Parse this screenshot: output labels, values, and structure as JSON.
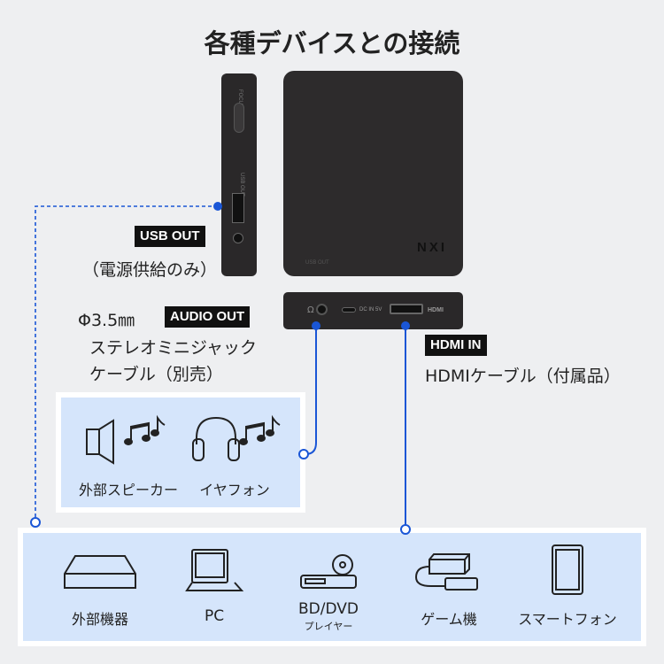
{
  "title": "各種デバイスとの接続",
  "device": {
    "side_labels": [
      "FOCUS",
      "USB OUT"
    ],
    "brand": "NXI",
    "top_ports": "USB OUT",
    "front_dc": "DC IN 5V",
    "front_hdmi": "HDMI"
  },
  "usb_out": {
    "badge": "USB OUT",
    "note": "（電源供給のみ）"
  },
  "audio_out": {
    "prefix": "Φ3.5㎜",
    "badge": "AUDIO OUT",
    "line1": "ステレオミニジャック",
    "line2": "ケーブル（別売）"
  },
  "hdmi_in": {
    "badge": "HDMI IN",
    "note": "HDMIケーブル（付属品）"
  },
  "audio_devices": [
    {
      "label": "外部スピーカー",
      "icon": "speaker-icon"
    },
    {
      "label": "イヤフォン",
      "icon": "headphones-icon"
    }
  ],
  "hdmi_devices": [
    {
      "label": "外部機器",
      "icon": "external-device-icon"
    },
    {
      "label": "PC",
      "icon": "laptop-icon"
    },
    {
      "label": "BD/DVD",
      "sub": "プレイヤー",
      "icon": "disc-player-icon"
    },
    {
      "label": "ゲーム機",
      "icon": "game-console-icon"
    },
    {
      "label": "スマートフォン",
      "icon": "smartphone-icon"
    }
  ],
  "colors": {
    "accent": "#1a56d6",
    "panel": "#d5e5fb"
  }
}
